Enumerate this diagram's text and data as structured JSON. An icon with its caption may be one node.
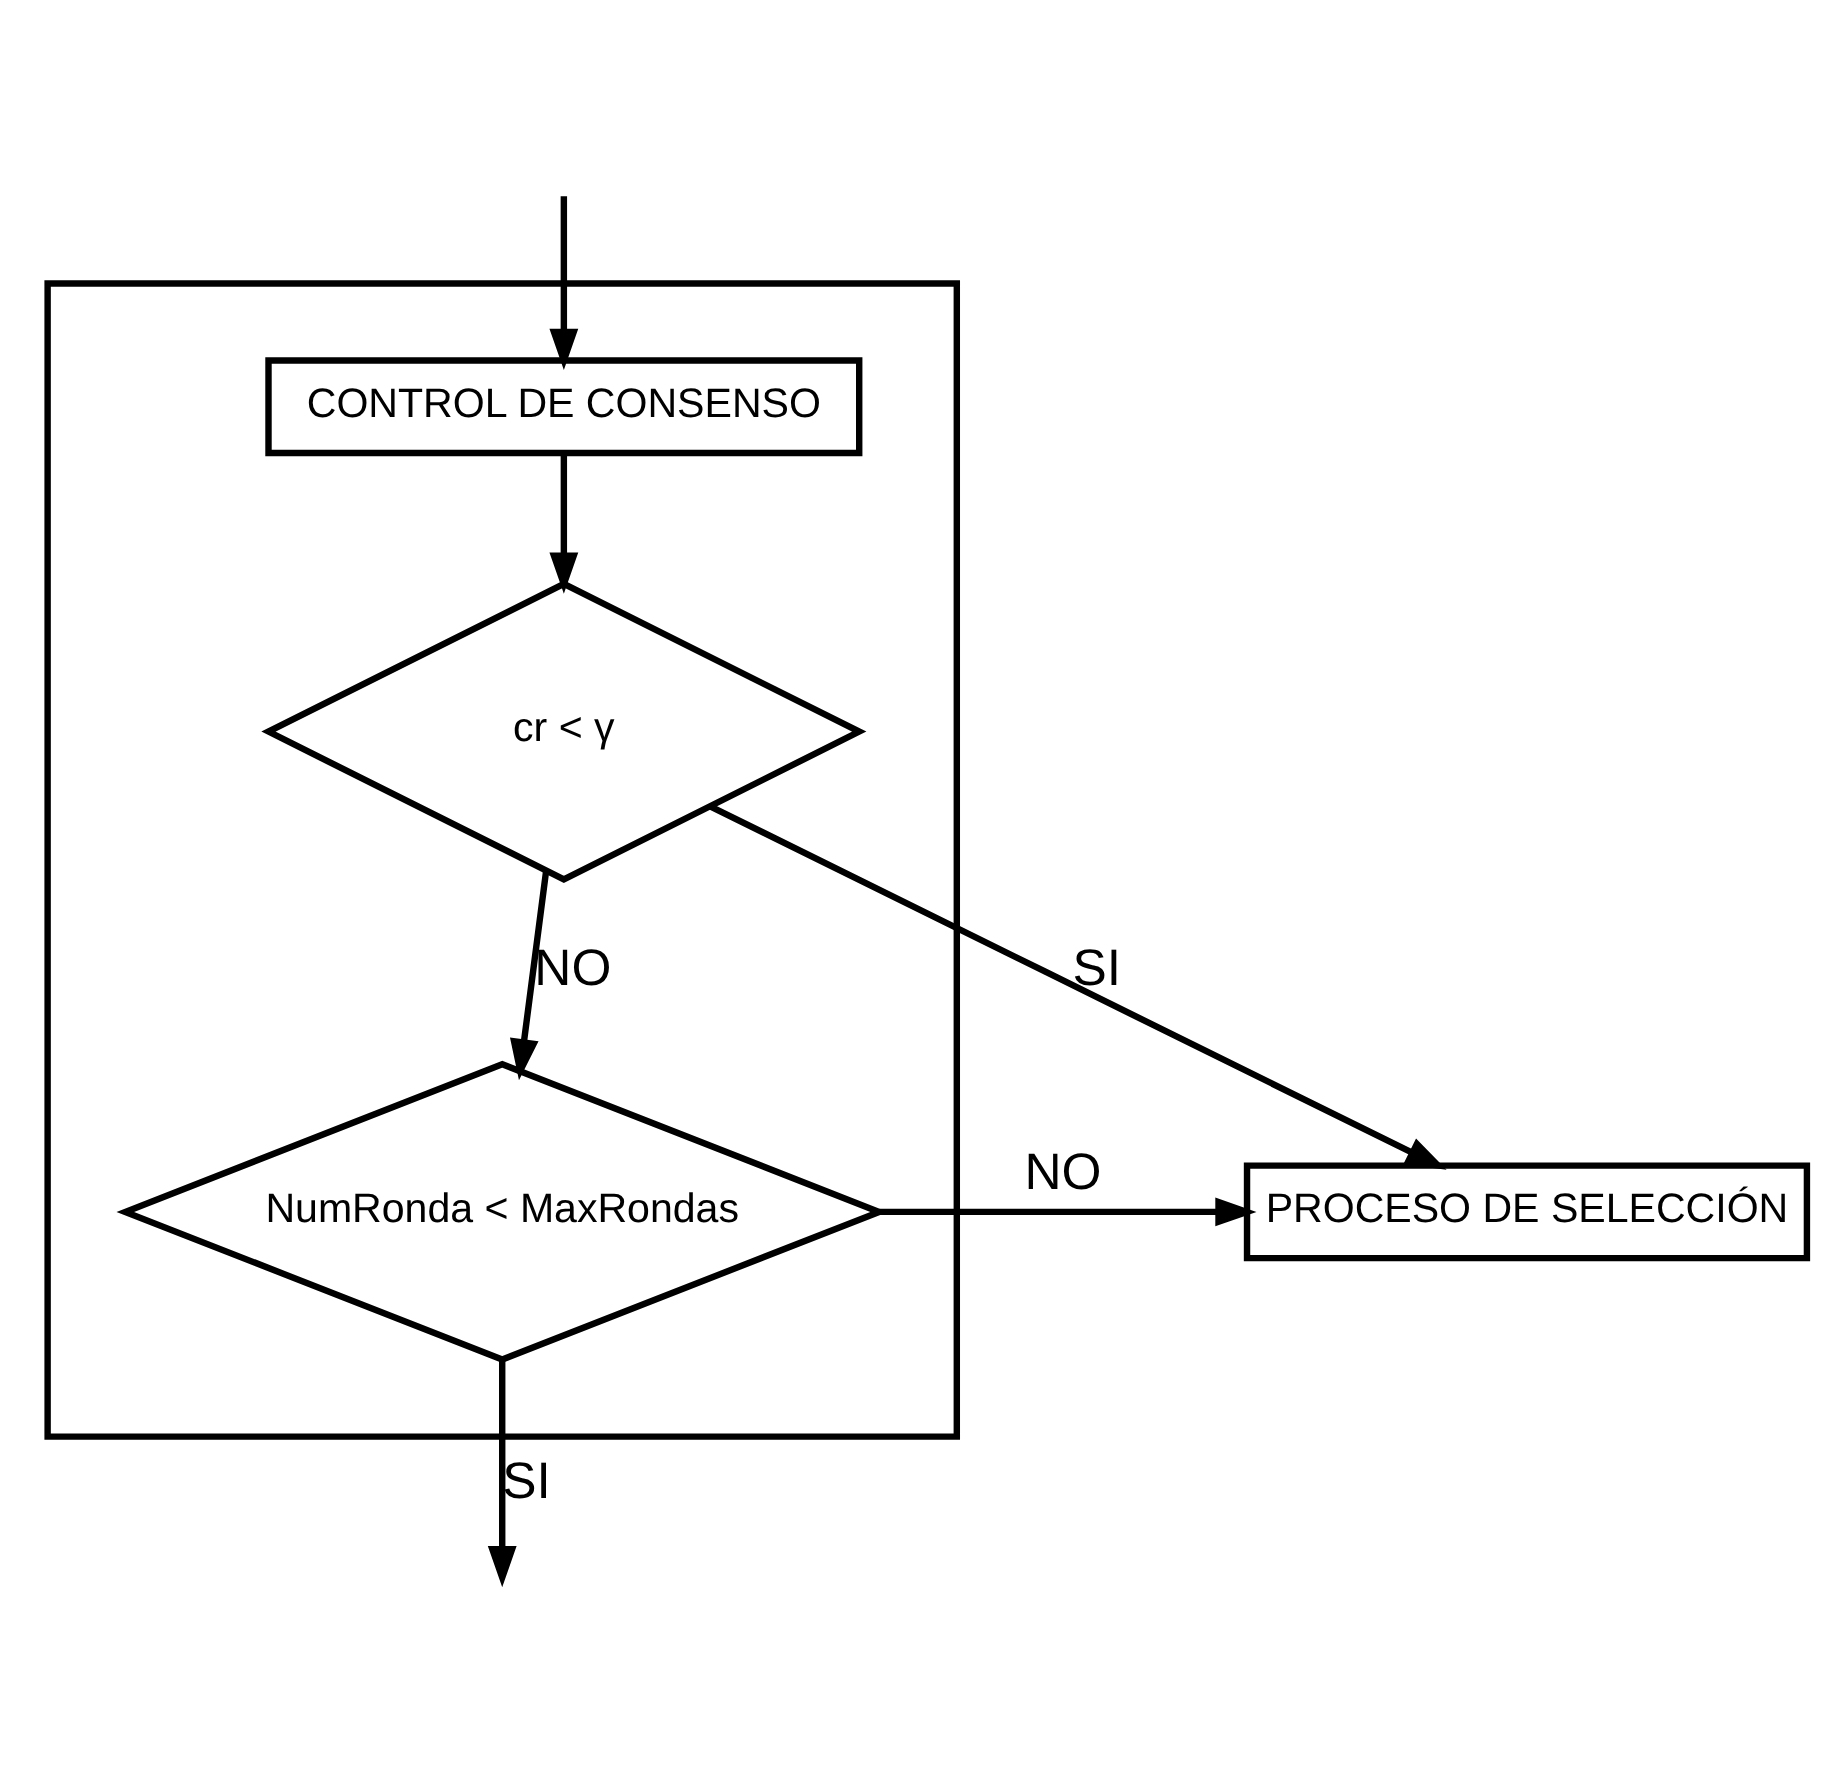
{
  "diagram": {
    "nodes": [
      {
        "text": [],
        "shape": "box"
      },
      {
        "text": [
          "CONTROL DE CONSENSO"
        ],
        "in": 0
      },
      {
        "text": [
          "cr < γ"
        ],
        "in": 0
      },
      {
        "text": [
          "NumRonda < MaxRondas"
        ],
        "in": 0
      },
      {
        "text": [
          "PROCESO DE SELECCIÓN"
        ]
      }
    ],
    "edges": [
      {
        "from": null,
        "to": 1,
        "arrow": "to"
      },
      {
        "from": 1,
        "to": 2,
        "arrow": "to"
      },
      {
        "from": 2,
        "to": 4,
        "arrow": "to",
        "label": "SI"
      },
      {
        "from": 2,
        "to": 3,
        "arrow": "to",
        "label": "NO"
      },
      {
        "from": 3,
        "to": 4,
        "arrow": "to",
        "label": "NO"
      },
      {
        "from": 3,
        "to": null,
        "arrow": "to",
        "label": "SI"
      }
    ]
  }
}
